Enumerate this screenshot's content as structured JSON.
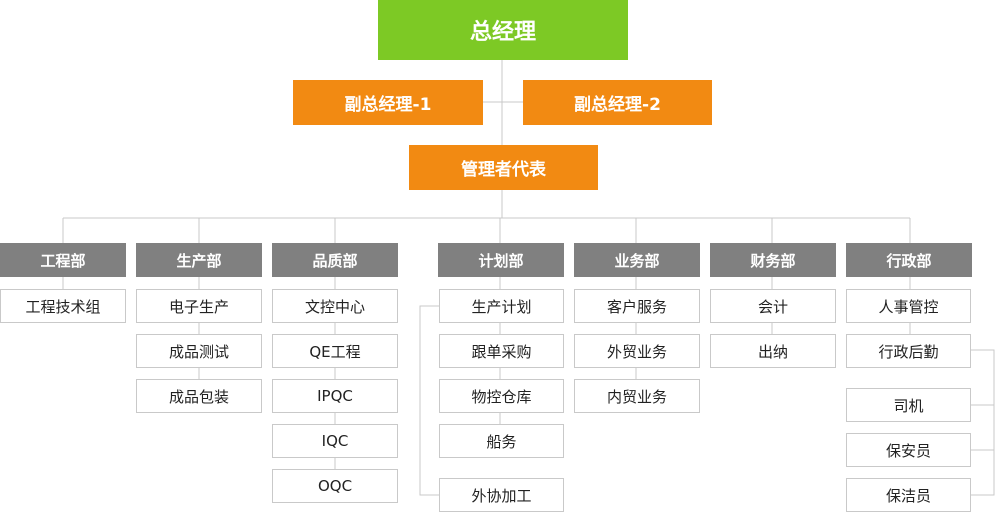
{
  "gm": "总经理",
  "vp1": "副总经理-1",
  "vp2": "副总经理-2",
  "mgmt_rep": "管理者代表",
  "departments": [
    {
      "name": "工程部",
      "items": [
        "工程技术组"
      ]
    },
    {
      "name": "生产部",
      "items": [
        "电子生产",
        "成品测试",
        "成品包装"
      ]
    },
    {
      "name": "品质部",
      "items": [
        "文控中心",
        "QE工程",
        "IPQC",
        "IQC",
        "OQC"
      ]
    },
    {
      "name": "计划部",
      "items": [
        "生产计划",
        "跟单采购",
        "物控仓库",
        "船务",
        "外协加工"
      ]
    },
    {
      "name": "业务部",
      "items": [
        "客户服务",
        "外贸业务",
        "内贸业务"
      ]
    },
    {
      "name": "财务部",
      "items": [
        "会计",
        "出纳"
      ]
    },
    {
      "name": "行政部",
      "items": [
        "人事管控",
        "行政后勤",
        "司机",
        "保安员",
        "保洁员"
      ]
    }
  ]
}
